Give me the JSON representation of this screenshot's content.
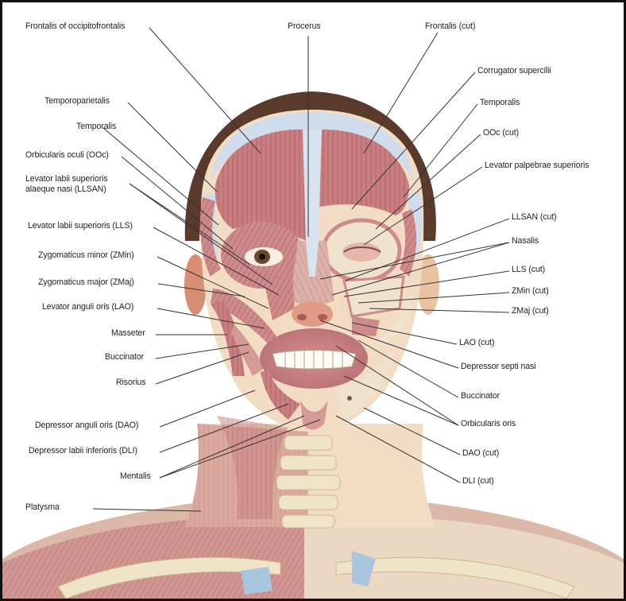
{
  "labels": {
    "frontalis_occipitofrontalis": "Frontalis of occipitofrontalis",
    "procerus": "Procerus",
    "frontalis_cut": "Frontalis (cut)",
    "corrugator_supercilii": "Corrugator supercilii",
    "temporoparietalis": "Temporoparietalis",
    "temporalis_left": "Temporalis",
    "temporalis_right": "Temporalis",
    "ooc_cut": "OOc (cut)",
    "orbicularis_oculi": "Orbicularis oculi (OOc)",
    "levator_palpebrae": "Levator palpebrae superioris",
    "llsan_line1": "Levator labii superioris",
    "llsan_line2": "alaeque nasi (LLSAN)",
    "llsan_cut": "LLSAN (cut)",
    "lls": "Levator labii superioris (LLS)",
    "nasalis": "Nasalis",
    "zmin": "Zygomaticus minor (ZMin)",
    "lls_cut": "LLS (cut)",
    "zmaj": "Zygomaticus major (ZMaj)",
    "zmin_cut": "ZMin (cut)",
    "zmaj_cut": "ZMaj (cut)",
    "lao": "Levator anguli oris (LAO)",
    "masseter": "Masseter",
    "lao_cut": "LAO (cut)",
    "buccinator_left": "Buccinator",
    "depressor_septi": "Depressor septi nasi",
    "risorius": "Risorius",
    "buccinator_right": "Buccinator",
    "orbicularis_oris": "Orbicularis oris",
    "dao": "Depressor anguli oris (DAO)",
    "dao_cut": "DAO (cut)",
    "dli": "Depressor labii inferioris (DLI)",
    "mentalis": "Mentalis",
    "dli_cut": "DLI (cut)",
    "platysma": "Platysma"
  },
  "colors": {
    "muscle": "#c97f80",
    "muscle_dark": "#a65a5e",
    "skin": "#f1d9bd",
    "bone": "#efe6cf",
    "fascia": "#cfdcec",
    "hair": "#5a3a2b",
    "leader_line": "#333333"
  }
}
